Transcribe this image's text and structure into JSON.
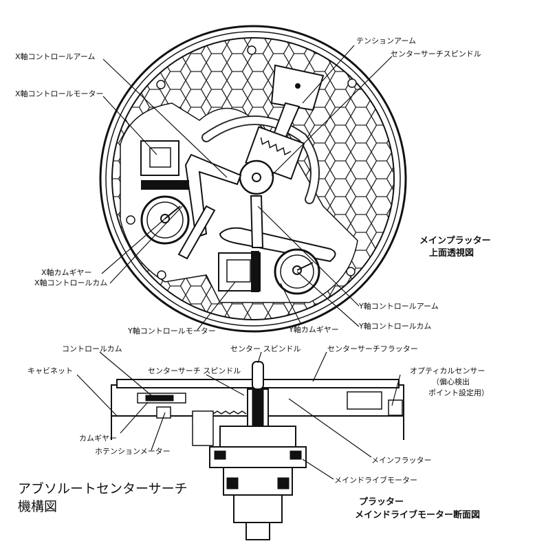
{
  "top_view": {
    "title_line1": "メインプラッター",
    "title_line2": "上面透視図",
    "labels": {
      "tension_arm": "テンションアーム",
      "center_search_spindle": "センターサーチスピンドル",
      "x_control_arm": "X軸コントロールアーム",
      "x_control_motor": "X軸コントロールモーター",
      "x_cam_gear": "X軸カムギヤー",
      "x_control_cam": "X軸コントロールカム",
      "y_control_motor": "Y軸コントロールモーター",
      "y_cam_gear": "Y軸カムギヤー",
      "y_control_arm": "Y軸コントロールアーム",
      "y_control_cam": "Y軸コントロールカム"
    }
  },
  "section_view": {
    "title_line1": "プラッター",
    "title_line2": "メインドライブモーター断面図",
    "labels": {
      "control_cam": "コントロールカム",
      "center_spindle": "センター スピンドル",
      "center_search_platter": "センターサーチフラッター",
      "cabinet": "キャビネット",
      "center_search_spindle": "センターサーチ スピンドル",
      "optical_sensor_1": "オプティカルセンサー",
      "optical_sensor_2": "（偏心検出",
      "optical_sensor_3": "ポイント設定用）",
      "cam_gear": "カムギヤー",
      "potentiometer": "ホテンションメーター",
      "main_platter": "メインフラッター",
      "main_drive_motor": "メインドライブモーター"
    }
  },
  "caption": {
    "line1": "アブソルートセンターサーチ",
    "line2": "機構図"
  }
}
